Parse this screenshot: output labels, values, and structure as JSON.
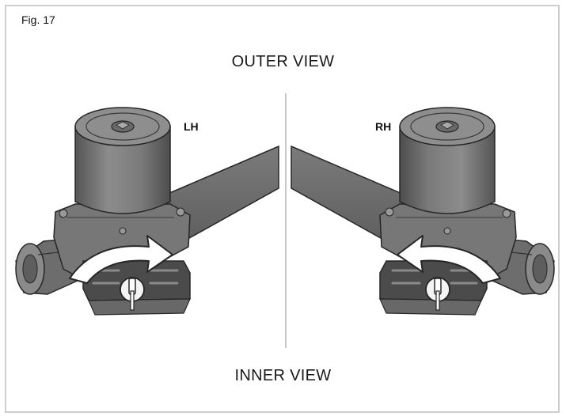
{
  "figure": {
    "label": "Fig. 17",
    "outer_view": "OUTER VIEW",
    "inner_view": "INNER VIEW",
    "left_tag": "LH",
    "right_tag": "RH"
  },
  "colors": {
    "body": "#7f7f7f",
    "body_dark": "#575757",
    "body_light": "#9b9b9b",
    "outline": "#262626",
    "arm": "#6f6f6f",
    "divider": "#c8c8c8",
    "arrow": "#ffffff"
  },
  "icons": {
    "release_knob": "key-release-icon",
    "rotation_arrow": "curved-arrow-icon"
  }
}
